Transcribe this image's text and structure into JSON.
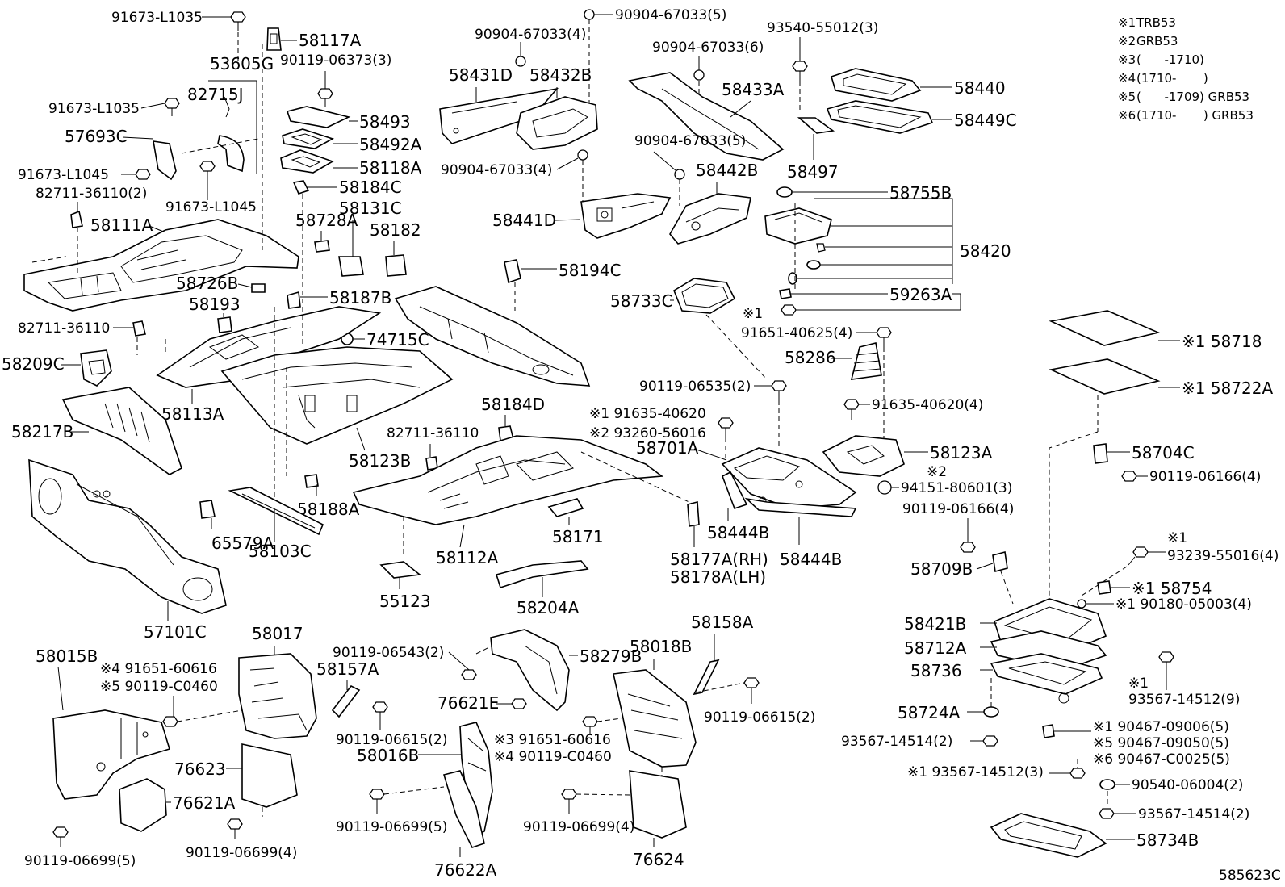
{
  "diagram_id": "585623C",
  "legend": [
    {
      "mark": "※1",
      "text": "TRB53"
    },
    {
      "mark": "※2",
      "text": "GRB53"
    },
    {
      "mark": "※3",
      "text": "(      -1710)"
    },
    {
      "mark": "※4",
      "text": "(1710-       )"
    },
    {
      "mark": "※5",
      "text": "(      -1709) GRB53"
    },
    {
      "mark": "※6",
      "text": "(1710-       ) GRB53"
    }
  ],
  "labels": {
    "l_91673_L1035_a": "91673-L1035",
    "l_58117A": "58117A",
    "l_53605G": "53605G",
    "l_90119_06373": "90119-06373(3)",
    "l_82715J": "82715J",
    "l_91673_L1035_b": "91673-L1035",
    "l_57693C": "57693C",
    "l_91673_L1045_a": "91673-L1045",
    "l_82711_36110_2": "82711-36110(2)",
    "l_91673_L1045_b": "91673-L1045",
    "l_58111A": "58111A",
    "l_58493": "58493",
    "l_58492A": "58492A",
    "l_58118A": "58118A",
    "l_58184C": "58184C",
    "l_58131C": "58131C",
    "l_58728A": "58728A",
    "l_58182": "58182",
    "l_58726B": "58726B",
    "l_58193": "58193",
    "l_58187B": "58187B",
    "l_82711_36110_b": "82711-36110",
    "l_74715C": "74715C",
    "l_58209C": "58209C",
    "l_58113A": "58113A",
    "l_58217B": "58217B",
    "l_58123B": "58123B",
    "l_82711_36110_c": "82711-36110",
    "l_58188A": "58188A",
    "l_65579A": "65579A",
    "l_58103C": "58103C",
    "l_57101C": "57101C",
    "l_90904_67033_5a": "90904-67033(5)",
    "l_90904_67033_4a": "90904-67033(4)",
    "l_58431D": "58431D",
    "l_58432B": "58432B",
    "l_90904_67033_6": "90904-67033(6)",
    "l_93540_55012": "93540-55012(3)",
    "l_58433A": "58433A",
    "l_58440": "58440",
    "l_58449C": "58449C",
    "l_90904_67033_5b": "90904-67033(5)",
    "l_90904_67033_4b": "90904-67033(4)",
    "l_58442B": "58442B",
    "l_58497": "58497",
    "l_58441D": "58441D",
    "l_58755B": "58755B",
    "l_58420": "58420",
    "l_58194C": "58194C",
    "l_58733C": "58733C",
    "l_59263A": "59263A",
    "l_91651_40625_mark": "※1",
    "l_91651_40625": "91651-40625(4)",
    "l_58286": "58286",
    "l_90119_06535": "90119-06535(2)",
    "l_58184D": "58184D",
    "l_91635_40620_a": "※1 91635-40620",
    "l_93260_56016": "※2 93260-56016",
    "l_91635_40620_4": "91635-40620(4)",
    "l_58701A": "58701A",
    "l_58123A": "58123A",
    "l_94151_mark": "※2",
    "l_94151_80601": "94151-80601(3)",
    "l_58112A": "58112A",
    "l_58171": "58171",
    "l_58177A": "58177A(RH)",
    "l_58178A": "58178A(LH)",
    "l_58444B_a": "58444B",
    "l_58444B_b": "58444B",
    "l_55123": "55123",
    "l_58204A": "58204A",
    "l_58718": "※1 58718",
    "l_58722A": "※1 58722A",
    "l_58704C": "58704C",
    "l_90119_06166_a": "90119-06166(4)",
    "l_90119_06166_b": "90119-06166(4)",
    "l_58709B": "58709B",
    "l_93239_mark": "※1",
    "l_93239_55016": "93239-55016(4)",
    "l_58754": "※1 58754",
    "l_90180_05003": "※1 90180-05003(4)",
    "l_58421B": "58421B",
    "l_58712A": "58712A",
    "l_58736": "58736",
    "l_93567_14512_9_mark": "※1",
    "l_93567_14512_9": "93567-14512(9)",
    "l_58724A": "58724A",
    "l_93567_14514_a": "93567-14514(2)",
    "l_90467_09006": "※1 90467-09006(5)",
    "l_90467_09050": "※5 90467-09050(5)",
    "l_90467_C0025": "※6 90467-C0025(5)",
    "l_93567_14512_3": "※1 93567-14512(3)",
    "l_90540_06004": "90540-06004(2)",
    "l_93567_14514_b": "93567-14514(2)",
    "l_58734B": "58734B",
    "l_58015B": "58015B",
    "l_91651_60616_a": "※4 91651-60616",
    "l_90119_C0460_a": "※5 90119-C0460",
    "l_58017": "58017",
    "l_58157A": "58157A",
    "l_90119_06543": "90119-06543(2)",
    "l_58279B": "58279B",
    "l_58018B": "58018B",
    "l_58158A": "58158A",
    "l_76621E": "76621E",
    "l_90119_06615_a": "90119-06615(2)",
    "l_90119_06615_b": "90119-06615(2)",
    "l_91651_60616_b": "※3 91651-60616",
    "l_90119_C0460_b": "※4 90119-C0460",
    "l_58016B": "58016B",
    "l_76623": "76623",
    "l_76621A": "76621A",
    "l_90119_06699_a": "90119-06699(5)",
    "l_90119_06699_b": "90119-06699(4)",
    "l_90119_06699_c": "90119-06699(5)",
    "l_90119_06699_d": "90119-06699(4)",
    "l_76622A": "76622A",
    "l_76624": "76624"
  }
}
